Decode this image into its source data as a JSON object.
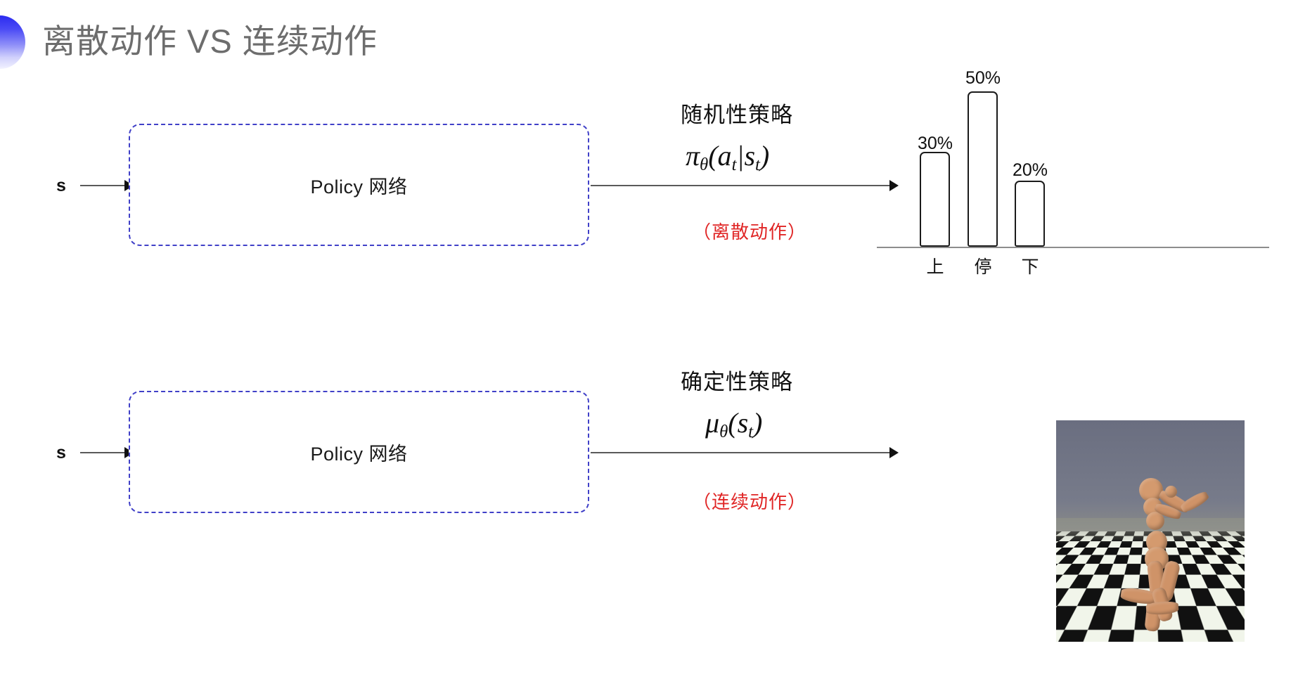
{
  "slide": {
    "title": "离散动作 VS 连续动作",
    "decoration_icon": "half-circle-gradient-icon",
    "accent_color": "#2b2bf0",
    "title_color": "#6d6d6d",
    "background_color": "#ffffff"
  },
  "rows": [
    {
      "id": "discrete",
      "input_label": "s",
      "box_label": "Policy 网络",
      "box_border_color": "#4040c8",
      "policy_kind": "随机性策略",
      "formula": "π",
      "formula_sub": "θ",
      "formula_tail": "(a",
      "formula_sub2": "t",
      "formula_mid": "|s",
      "formula_sub3": "t",
      "formula_end": ")",
      "note": "（离散动作）",
      "note_color": "#e02626",
      "output_type": "bar-chart"
    },
    {
      "id": "continuous",
      "input_label": "s",
      "box_label": "Policy 网络",
      "box_border_color": "#4040c8",
      "policy_kind": "确定性策略",
      "formula": "μ",
      "formula_sub": "θ",
      "formula_tail": "(s",
      "formula_sub2": "t",
      "formula_end": ")",
      "note": "（连续动作）",
      "note_color": "#e02626",
      "output_type": "humanoid-simulation"
    }
  ],
  "chart_data": {
    "type": "bar",
    "title": "",
    "categories": [
      "上",
      "停",
      "下"
    ],
    "values": [
      30,
      50,
      20
    ],
    "value_labels": [
      "30%",
      "50%",
      "20%"
    ],
    "xlabel": "",
    "ylabel": "",
    "ylim": [
      0,
      60
    ],
    "grid": false,
    "legend": false,
    "bar_fill": "#ffffff",
    "bar_stroke": "#1b1b1b",
    "axis_color": "#8d8d8d"
  },
  "humanoid": {
    "caption": "",
    "sky_color": "#6f7384",
    "floor_colors": [
      "#f1f5ea",
      "#111111"
    ],
    "body_color": "#cf9368"
  }
}
